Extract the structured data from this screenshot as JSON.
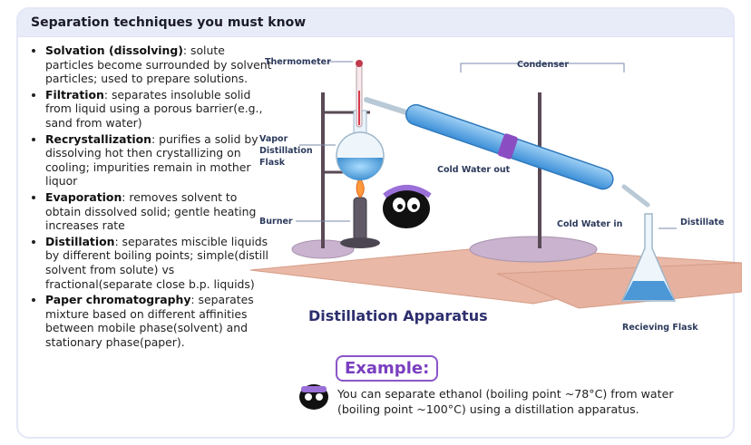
{
  "header": {
    "title": "Separation techniques you must know"
  },
  "techniques": [
    {
      "term": "Solvation (dissolving)",
      "desc": ": solute particles become surrounded by solvent particles; used to prepare solutions."
    },
    {
      "term": "Filtration",
      "desc": ": separates insoluble solid from liquid using a porous barrier(e.g., sand from water)"
    },
    {
      "term": "Recrystallization",
      "desc": ": purifies a solid by dissolving hot then crystallizing on cooling; impurities remain in mother liquor"
    },
    {
      "term": "Evaporation",
      "desc": ": removes solvent to obtain dissolved solid; gentle heating increases rate"
    },
    {
      "term": "Distillation",
      "desc": ": separates miscible liquids by different boiling points; simple(distill solvent from solute) vs fractional(separate close b.p. liquids)"
    },
    {
      "term": "Paper chromatography",
      "desc": ": separates mixture based on different affinities between mobile phase(solvent) and stationary phase(paper)."
    }
  ],
  "diagram": {
    "title": "Distillation Apparatus",
    "labels": {
      "thermometer": "Thermometer",
      "condenser": "Condenser",
      "vapor1": "Vapor",
      "vapor2": "Distillation",
      "vapor3": "Flask",
      "cold_out": "Cold Water out",
      "burner": "Burner",
      "cold_in": "Cold Water in",
      "distillate": "Distillate",
      "receiving": "Recieving Flask"
    }
  },
  "example": {
    "badge": "Example:",
    "text": "You can separate ethanol (boiling point ~78°C) from water (boiling point ~100°C) using a distillation apparatus."
  }
}
